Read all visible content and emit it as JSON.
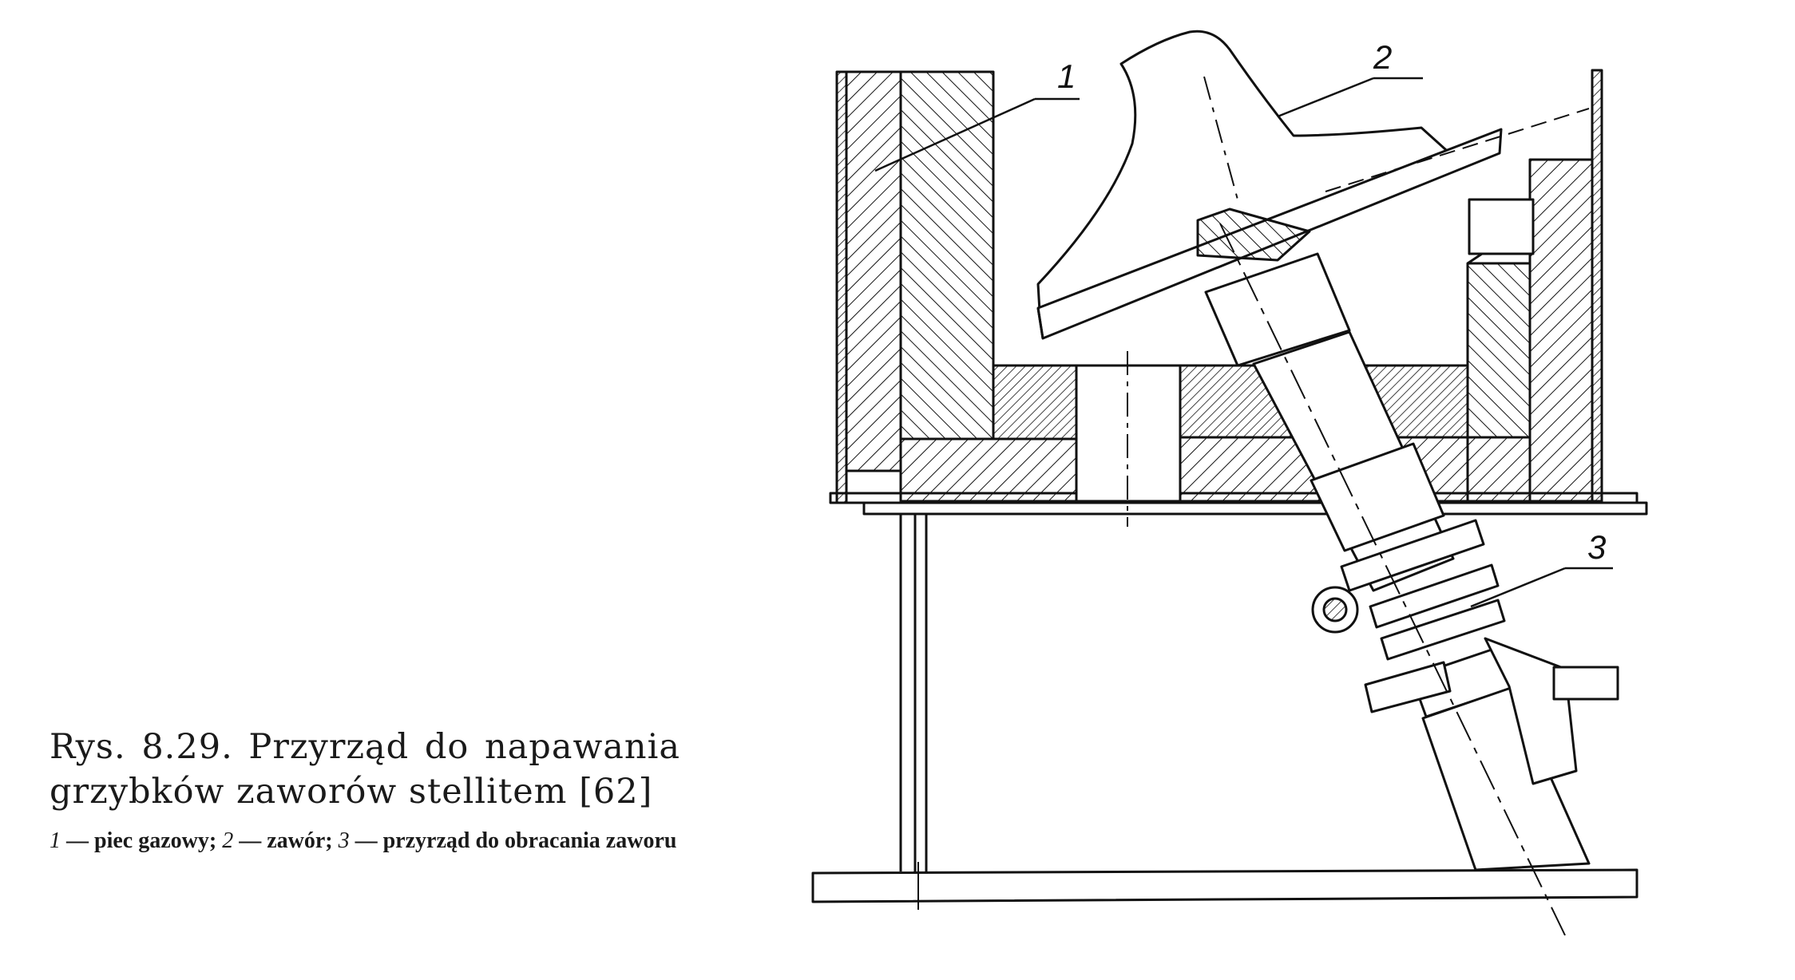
{
  "caption": {
    "title": "Rys. 8.29. Przyrząd do napawania grzybków zaworów stellitem [62]",
    "legend": [
      {
        "num": "1",
        "text": "— piec gazowy;"
      },
      {
        "num": "2",
        "text": "— zawór;"
      },
      {
        "num": "3",
        "text": "— przyrząd do obracania zaworu"
      }
    ]
  },
  "labels": [
    "1",
    "2",
    "3"
  ],
  "colors": {
    "ink": "#111111",
    "paper": "#ffffff"
  }
}
